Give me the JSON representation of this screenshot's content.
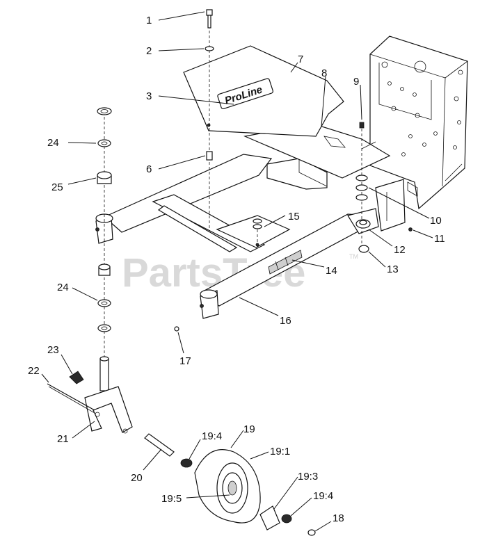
{
  "watermark": {
    "text": "PartsTree",
    "trademark": "TM"
  },
  "plate_logo": "ProLine",
  "callouts": [
    {
      "id": "c1",
      "label": "1"
    },
    {
      "id": "c2",
      "label": "2"
    },
    {
      "id": "c3",
      "label": "3"
    },
    {
      "id": "c6",
      "label": "6"
    },
    {
      "id": "c7",
      "label": "7"
    },
    {
      "id": "c8",
      "label": "8"
    },
    {
      "id": "c9",
      "label": "9"
    },
    {
      "id": "c10",
      "label": "10"
    },
    {
      "id": "c11",
      "label": "11"
    },
    {
      "id": "c12",
      "label": "12"
    },
    {
      "id": "c13",
      "label": "13"
    },
    {
      "id": "c14",
      "label": "14"
    },
    {
      "id": "c15",
      "label": "15"
    },
    {
      "id": "c16",
      "label": "16"
    },
    {
      "id": "c17",
      "label": "17"
    },
    {
      "id": "c18",
      "label": "18"
    },
    {
      "id": "c19",
      "label": "19"
    },
    {
      "id": "c19_1",
      "label": "19:1"
    },
    {
      "id": "c19_3",
      "label": "19:3"
    },
    {
      "id": "c19_4a",
      "label": "19:4"
    },
    {
      "id": "c19_4b",
      "label": "19:4"
    },
    {
      "id": "c19_5",
      "label": "19:5"
    },
    {
      "id": "c20",
      "label": "20"
    },
    {
      "id": "c21",
      "label": "21"
    },
    {
      "id": "c22",
      "label": "22"
    },
    {
      "id": "c23",
      "label": "23"
    },
    {
      "id": "c24a",
      "label": "24"
    },
    {
      "id": "c24b",
      "label": "24"
    },
    {
      "id": "c25",
      "label": "25"
    }
  ]
}
